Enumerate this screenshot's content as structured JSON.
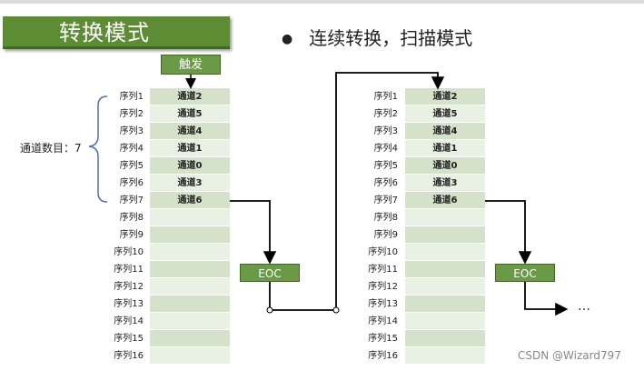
{
  "title": "转换模式",
  "bullet": "连续转换，扫描模式",
  "trigger_label": "触发",
  "channel_count_label": "通道数目：7",
  "sequence_labels": [
    "序列1",
    "序列2",
    "序列3",
    "序列4",
    "序列5",
    "序列6",
    "序列7",
    "序列8",
    "序列9",
    "序列10",
    "序列11",
    "序列12",
    "序列13",
    "序列14",
    "序列15",
    "序列16"
  ],
  "left_channels": [
    "通道2",
    "通道5",
    "通道4",
    "通道1",
    "通道0",
    "通道3",
    "通道6",
    "",
    "",
    "",
    "",
    "",
    "",
    "",
    "",
    ""
  ],
  "right_channels": [
    "通道2",
    "通道5",
    "通道4",
    "通道1",
    "通道0",
    "通道3",
    "通道6",
    "",
    "",
    "",
    "",
    "",
    "",
    "",
    "",
    ""
  ],
  "eoc_label": "EOC",
  "ellipsis": "…",
  "watermark": "CSDN @Wizard797",
  "colors": {
    "title_bg": "#5d8c35",
    "button_bg": "#6a9a45",
    "cell_dark": "#d3e2c9",
    "cell_light": "#e9f1e4",
    "bracket": "#4a6fb5"
  }
}
